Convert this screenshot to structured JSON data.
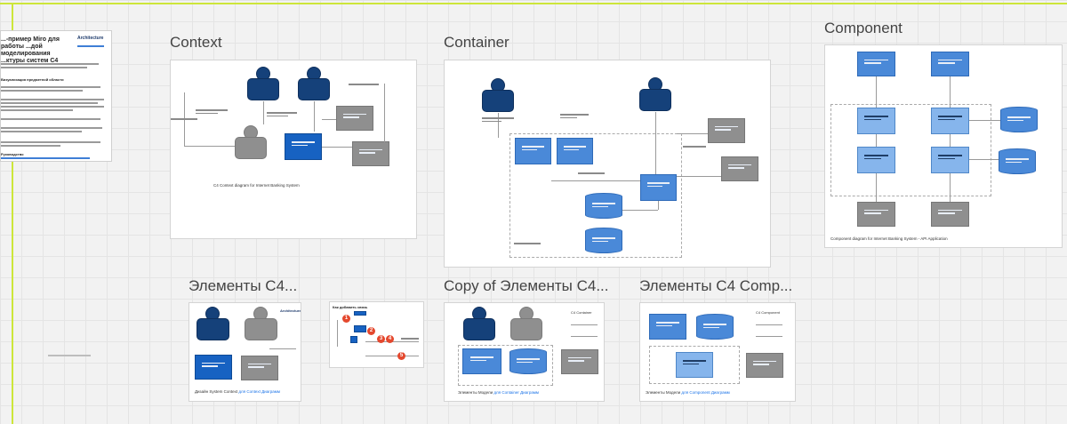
{
  "frames": {
    "context": {
      "title": "Context",
      "caption": "C4 Context diagram for Internet Banking System"
    },
    "container": {
      "title": "Container"
    },
    "component": {
      "title": "Component",
      "caption": "Component diagram for Internet Banking System - API Application"
    },
    "elements1": {
      "title": "Элементы C4...",
      "footer_text": "Дизайн System Context ",
      "footer_link": "для Context Диаграмм",
      "logo": "Architecture"
    },
    "howto": {
      "title": "Как добавить связь"
    },
    "elements2": {
      "title": "Copy of Элементы C4...",
      "footer_text": "Элементы Модели ",
      "footer_link": "для Container Диаграмм",
      "logo": "C4 Container"
    },
    "elements3": {
      "title": "Элементы C4 Comp...",
      "footer_text": "Элементы Модели ",
      "footer_link": "для Component Диаграмм",
      "logo": "C4 Component"
    }
  },
  "intro_sticky": {
    "title": "...-пример Miro для работы ...дой моделирования ...ктуры систем С4",
    "logo": "Architecture",
    "subheading": "Визуализация предметной области",
    "footer_heading": "Руководство"
  },
  "howto_badges": [
    "1",
    "2",
    "3",
    "4",
    "5"
  ],
  "colors": {
    "guide": "#cde63a",
    "person_dark": "#15417a",
    "system_blue": "#1762c2",
    "container_blue": "#4a89d8",
    "component_light": "#86b5ec",
    "external_gray": "#8f8f8f",
    "badge_red": "#e4482e"
  },
  "icons": [
    "person-icon",
    "database-icon"
  ]
}
